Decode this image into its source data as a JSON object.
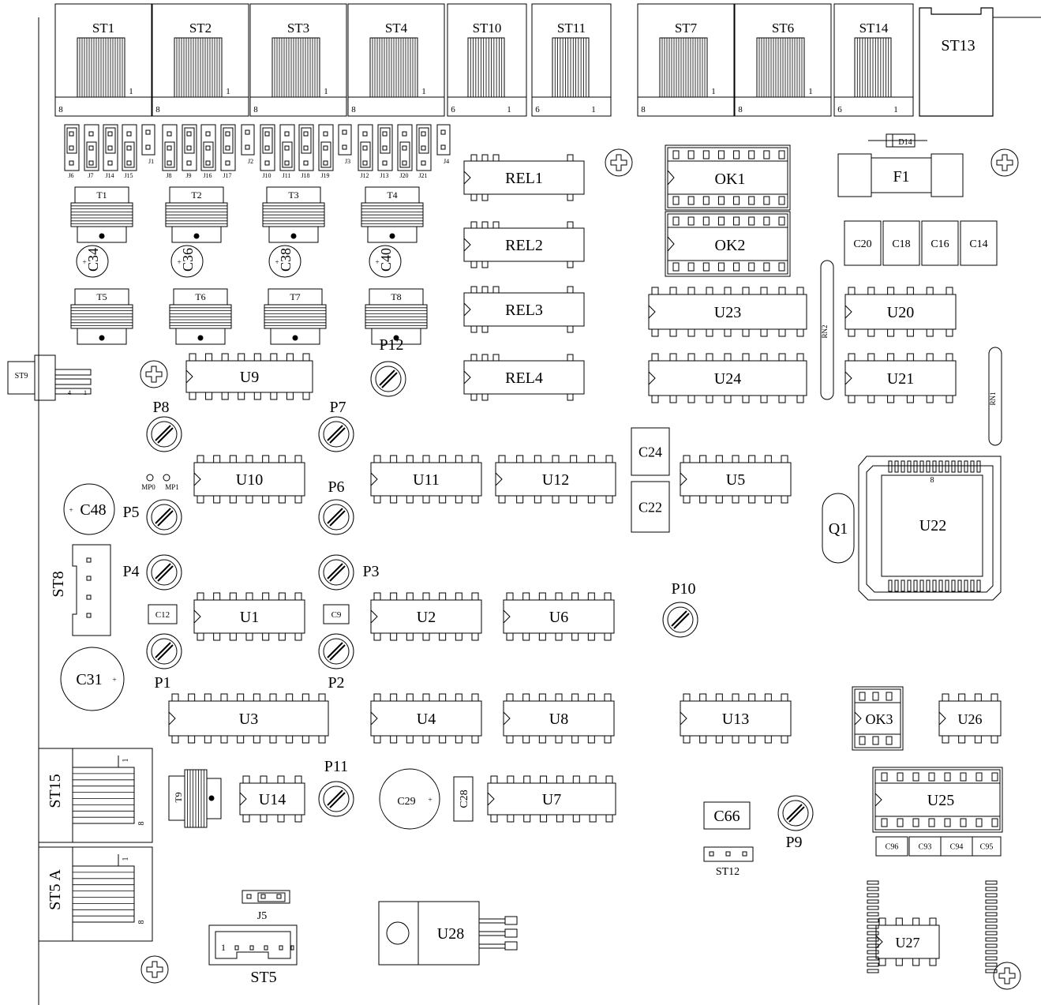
{
  "connectors_top": [
    {
      "ref": "ST1",
      "pin_first": "8",
      "pin_last": "1"
    },
    {
      "ref": "ST2",
      "pin_first": "8",
      "pin_last": "1"
    },
    {
      "ref": "ST3",
      "pin_first": "8",
      "pin_last": "1"
    },
    {
      "ref": "ST4",
      "pin_first": "8",
      "pin_last": "1"
    },
    {
      "ref": "ST10",
      "pin_first": "6",
      "pin_last": "1"
    },
    {
      "ref": "ST11",
      "pin_first": "6",
      "pin_last": "1"
    },
    {
      "ref": "ST7",
      "pin_first": "8",
      "pin_last": "1"
    },
    {
      "ref": "ST6",
      "pin_first": "8",
      "pin_last": "1"
    },
    {
      "ref": "ST14",
      "pin_first": "6",
      "pin_last": "1"
    }
  ],
  "st13": "ST13",
  "jumpers": [
    "J6",
    "J7",
    "J14",
    "J15",
    "J1",
    "J8",
    "J9",
    "J16",
    "J17",
    "J2",
    "J10",
    "J11",
    "J18",
    "J19",
    "J3",
    "J12",
    "J13",
    "J20",
    "J21",
    "J4"
  ],
  "transformers": [
    "T1",
    "T2",
    "T3",
    "T4",
    "T5",
    "T6",
    "T7",
    "T8",
    "T9"
  ],
  "caps_round": [
    "C34",
    "C36",
    "C38",
    "C40",
    "C48",
    "C31",
    "C29"
  ],
  "relays": [
    "REL1",
    "REL2",
    "REL3",
    "REL4"
  ],
  "optos": [
    "OK1",
    "OK2",
    "OK3"
  ],
  "ics": [
    "U23",
    "U24",
    "U20",
    "U21",
    "U9",
    "U10",
    "U11",
    "U12",
    "U5",
    "U1",
    "U2",
    "U6",
    "U3",
    "U4",
    "U8",
    "U13",
    "U26",
    "U14",
    "U7",
    "U25",
    "U27",
    "U22"
  ],
  "caps_box": [
    "C20",
    "C18",
    "C16",
    "C14",
    "C24",
    "C22",
    "C12",
    "C9",
    "C28",
    "C66",
    "C96",
    "C93",
    "C94",
    "C95"
  ],
  "pots": [
    "P12",
    "P8",
    "P7",
    "P6",
    "P5",
    "P4",
    "P3",
    "P1",
    "P2",
    "P10",
    "P11",
    "P9"
  ],
  "misc": {
    "d14": "D14",
    "f1": "F1",
    "rn1": "RN1",
    "rn2": "RN2",
    "q1": "Q1",
    "st9": "ST9",
    "st9_pin": "1",
    "st9_pin4": "4",
    "st8": "ST8",
    "st15": "ST15",
    "st5a": "ST5 A",
    "st5": "ST5",
    "st12": "ST12",
    "j5": "J5",
    "u28": "U28",
    "mp0": "MP0",
    "mp1": "MP1",
    "plus": "+",
    "pin8": "8",
    "pin1": "1",
    "u22_pin": "8"
  }
}
